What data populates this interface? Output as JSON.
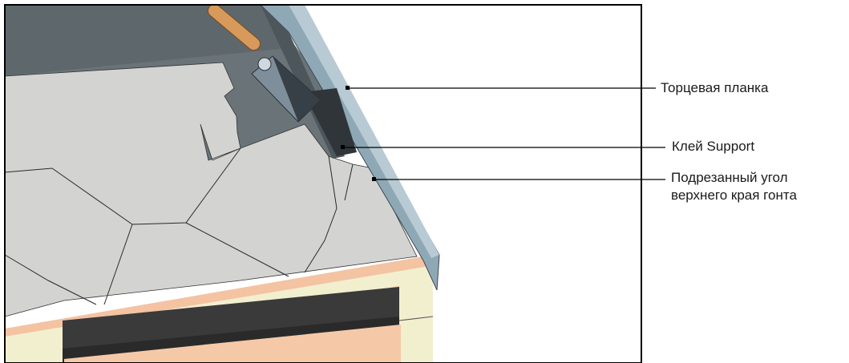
{
  "diagram": {
    "callouts": [
      {
        "id": "edge-strip",
        "text": "Торцевая планка"
      },
      {
        "id": "glue",
        "text": "Клей Support"
      },
      {
        "id": "cut-corner",
        "lines": [
          "Подрезанный угол",
          "верхнего края гонта"
        ]
      }
    ]
  }
}
